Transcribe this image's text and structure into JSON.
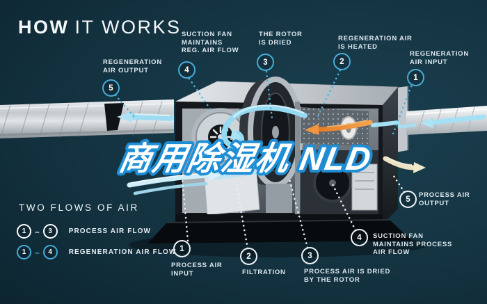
{
  "title": {
    "part_bold": "HOW",
    "part_light": "IT WORKS"
  },
  "watermark": {
    "text": "商用除湿机 NLD"
  },
  "legend": {
    "heading": "TWO FLOWS OF AIR",
    "rows": [
      {
        "from": "1",
        "dash": "–",
        "to": "3",
        "label": "PROCESS AIR FLOW"
      },
      {
        "from": "1",
        "dash": "–",
        "to": "4",
        "label": "REGENERATION AIR FLOW"
      }
    ]
  },
  "callouts": {
    "regeneration": [
      {
        "num": "1",
        "label": "REGENERATION\nAIR INPUT"
      },
      {
        "num": "2",
        "label": "REGENERATION AIR\nIS HEATED"
      },
      {
        "num": "3",
        "label": "THE ROTOR\nIS DRIED"
      },
      {
        "num": "4",
        "label": "SUCTION FAN\nMAINTAINS\nREG. AIR FLOW"
      },
      {
        "num": "5",
        "label": "REGENERATION\nAIR OUTPUT"
      }
    ],
    "process": [
      {
        "num": "1",
        "label": "PROCESS AIR\nINPUT"
      },
      {
        "num": "2",
        "label": "FILTRATION"
      },
      {
        "num": "3",
        "label": "PROCESS AIR IS DRIED\nBY THE ROTOR"
      },
      {
        "num": "4",
        "label": "SUCTION FAN\nMAINTAINS PROCESS\nAIR FLOW"
      },
      {
        "num": "5",
        "label": "PROCESS AIR\nOUTPUT"
      }
    ]
  },
  "colors": {
    "background": "#0e2a38",
    "regeneration_accent": "#46acd8",
    "process_accent": "#eef3f6",
    "label_text": "#dde8ef",
    "air_arrow_blue": "#a5e0f4",
    "heater_orange": "#e8863c",
    "output_beige": "#ece3c4",
    "watermark_fill": "#ffffff",
    "watermark_stroke": "#1e8ed6"
  }
}
